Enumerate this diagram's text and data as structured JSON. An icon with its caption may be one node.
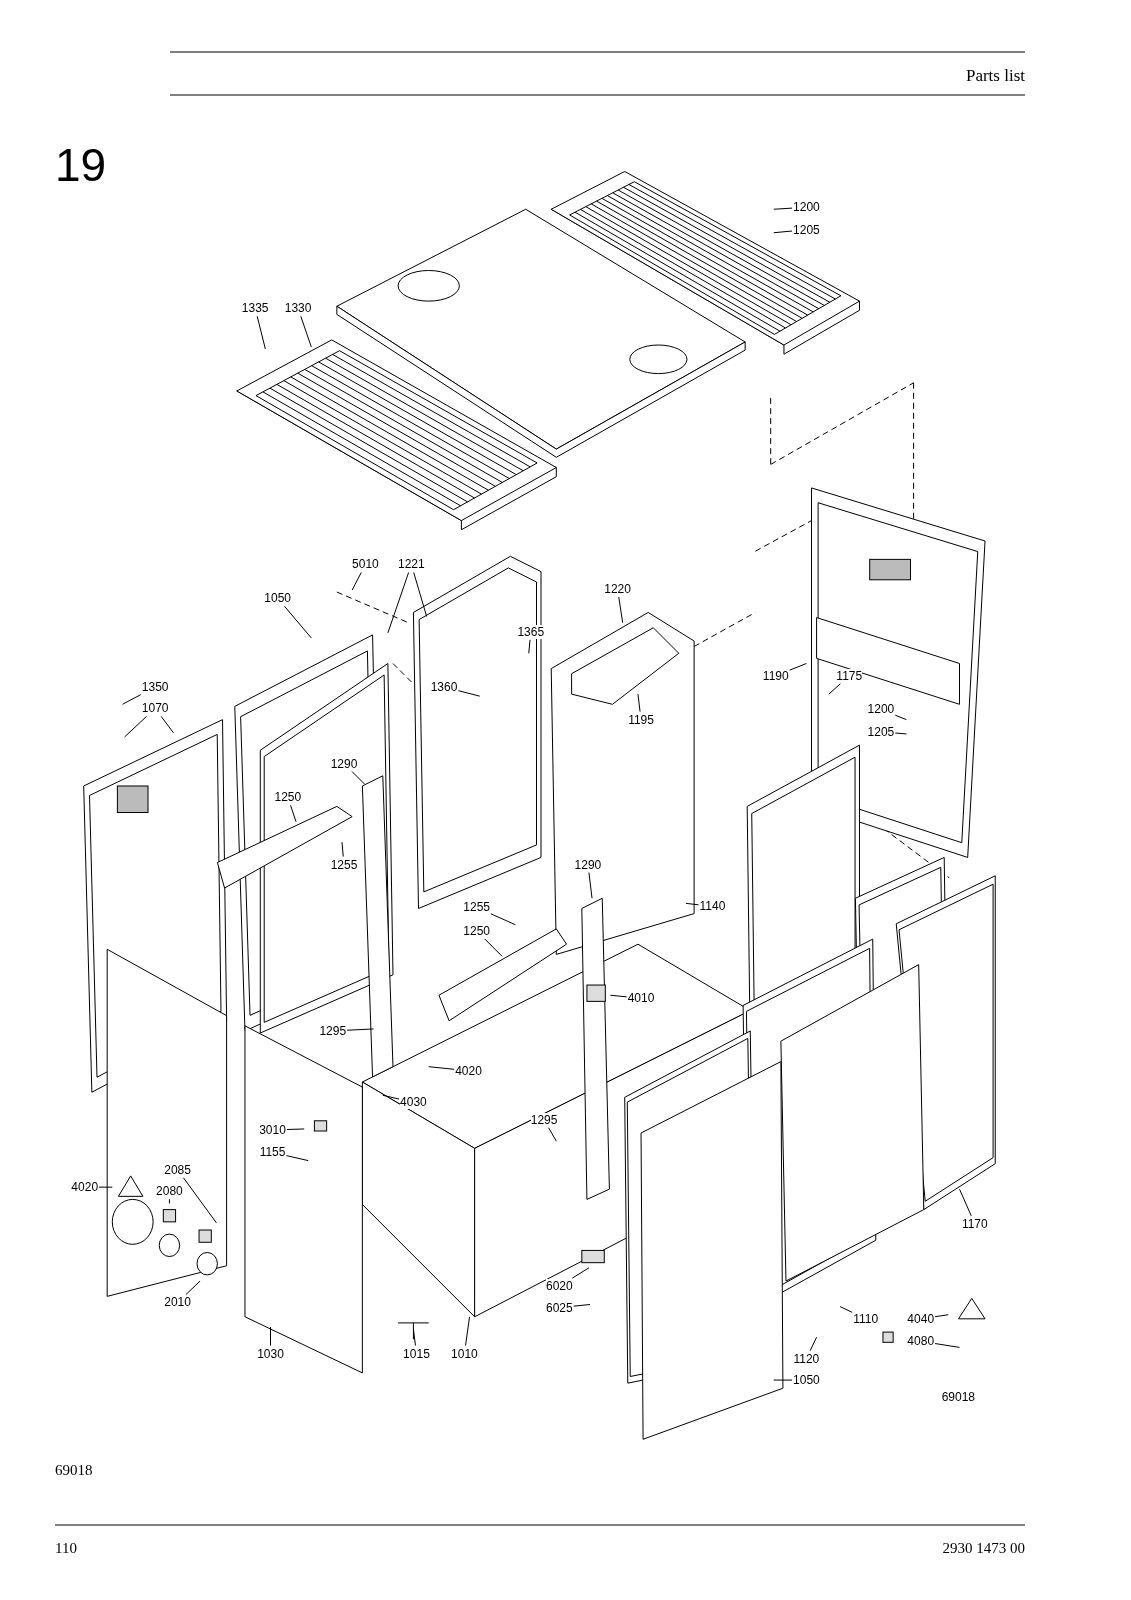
{
  "diagram": {
    "nodes": [
      {
        "text": [
          "1200"
        ]
      },
      {
        "text": [
          "1205"
        ]
      },
      {
        "text": [
          "1335"
        ]
      },
      {
        "text": [
          "1330"
        ]
      },
      {
        "text": [
          "5010"
        ]
      },
      {
        "text": [
          "1221"
        ]
      },
      {
        "text": [
          "1050"
        ]
      },
      {
        "text": [
          "1220"
        ]
      },
      {
        "text": [
          "1365"
        ]
      },
      {
        "text": [
          "1190"
        ]
      },
      {
        "text": [
          "1175"
        ]
      },
      {
        "text": [
          "1360"
        ]
      },
      {
        "text": [
          "1350"
        ]
      },
      {
        "text": [
          "1200"
        ]
      },
      {
        "text": [
          "1070"
        ]
      },
      {
        "text": [
          "1195"
        ]
      },
      {
        "text": [
          "1205"
        ]
      },
      {
        "text": [
          "1290"
        ]
      },
      {
        "text": [
          "1250"
        ]
      },
      {
        "text": [
          "1255"
        ]
      },
      {
        "text": [
          "1290"
        ]
      },
      {
        "text": [
          "1255"
        ]
      },
      {
        "text": [
          "1140"
        ]
      },
      {
        "text": [
          "1250"
        ]
      },
      {
        "text": [
          "4010"
        ]
      },
      {
        "text": [
          "1295"
        ]
      },
      {
        "text": [
          "4020"
        ]
      },
      {
        "text": [
          "4030"
        ]
      },
      {
        "text": [
          "1295"
        ]
      },
      {
        "text": [
          "3010"
        ]
      },
      {
        "text": [
          "1155"
        ]
      },
      {
        "text": [
          "2085"
        ]
      },
      {
        "text": [
          "4020"
        ]
      },
      {
        "text": [
          "2080"
        ]
      },
      {
        "text": [
          "1170"
        ]
      },
      {
        "text": [
          "6020"
        ]
      },
      {
        "text": [
          "2010"
        ]
      },
      {
        "text": [
          "6025"
        ]
      },
      {
        "text": [
          "4040"
        ]
      },
      {
        "text": [
          "1110"
        ]
      },
      {
        "text": [
          "4080"
        ]
      },
      {
        "text": [
          "1030"
        ]
      },
      {
        "text": [
          "1015"
        ]
      },
      {
        "text": [
          "1010"
        ]
      },
      {
        "text": [
          "1120"
        ]
      },
      {
        "text": [
          "1050"
        ]
      }
    ],
    "edges": [
      {
        "from": 0,
        "to": null,
        "arrow": "none"
      },
      {
        "from": 1,
        "to": null,
        "arrow": "none"
      },
      {
        "from": 2,
        "to": null,
        "arrow": "none"
      },
      {
        "from": 3,
        "to": null,
        "arrow": "none"
      },
      {
        "from": 4,
        "to": null,
        "arrow": "none"
      },
      {
        "from": 5,
        "to": null,
        "arrow": "none"
      },
      {
        "from": 5,
        "to": null,
        "arrow": "none"
      },
      {
        "from": 6,
        "to": null,
        "arrow": "none"
      },
      {
        "from": 7,
        "to": null,
        "arrow": "none"
      },
      {
        "from": 8,
        "to": null,
        "arrow": "none"
      },
      {
        "from": 9,
        "to": null,
        "arrow": "none"
      },
      {
        "from": 10,
        "to": null,
        "arrow": "none"
      },
      {
        "from": 11,
        "to": null,
        "arrow": "none"
      },
      {
        "from": 12,
        "to": null,
        "arrow": "none"
      },
      {
        "from": 13,
        "to": null,
        "arrow": "none"
      },
      {
        "from": 14,
        "to": null,
        "arrow": "none"
      },
      {
        "from": 14,
        "to": null,
        "arrow": "none"
      },
      {
        "from": 15,
        "to": null,
        "arrow": "none"
      },
      {
        "from": 16,
        "to": null,
        "arrow": "none"
      },
      {
        "from": 17,
        "to": null,
        "arrow": "none"
      },
      {
        "from": 18,
        "to": null,
        "arrow": "none"
      },
      {
        "from": 19,
        "to": null,
        "arrow": "none"
      },
      {
        "from": 20,
        "to": null,
        "arrow": "none"
      },
      {
        "from": 21,
        "to": null,
        "arrow": "none"
      },
      {
        "from": 22,
        "to": null,
        "arrow": "none"
      },
      {
        "from": 23,
        "to": null,
        "arrow": "none"
      },
      {
        "from": 24,
        "to": null,
        "arrow": "none"
      },
      {
        "from": 25,
        "to": null,
        "arrow": "none"
      },
      {
        "from": 26,
        "to": null,
        "arrow": "none"
      },
      {
        "from": 27,
        "to": null,
        "arrow": "none"
      },
      {
        "from": 28,
        "to": null,
        "arrow": "none"
      },
      {
        "from": 29,
        "to": null,
        "arrow": "none"
      },
      {
        "from": 30,
        "to": null,
        "arrow": "none"
      },
      {
        "from": 31,
        "to": null,
        "arrow": "none"
      },
      {
        "from": 32,
        "to": null,
        "arrow": "none"
      },
      {
        "from": 33,
        "to": null,
        "arrow": "none"
      },
      {
        "from": 34,
        "to": null,
        "arrow": "none"
      },
      {
        "from": 35,
        "to": null,
        "arrow": "none"
      },
      {
        "from": 36,
        "to": null,
        "arrow": "none"
      },
      {
        "from": 37,
        "to": null,
        "arrow": "none"
      },
      {
        "from": 38,
        "to": null,
        "arrow": "none"
      },
      {
        "from": 39,
        "to": null,
        "arrow": "none"
      },
      {
        "from": 40,
        "to": null,
        "arrow": "none"
      },
      {
        "from": 41,
        "to": null,
        "arrow": "none"
      },
      {
        "from": 42,
        "to": null,
        "arrow": "none"
      },
      {
        "from": 43,
        "to": null,
        "arrow": "none"
      },
      {
        "from": 44,
        "to": null,
        "arrow": "none"
      },
      {
        "from": 45,
        "to": null,
        "arrow": "none"
      }
    ],
    "labels": [
      "Parts list",
      "19",
      "69018",
      "69018",
      "110",
      "2930 1473 00"
    ]
  }
}
